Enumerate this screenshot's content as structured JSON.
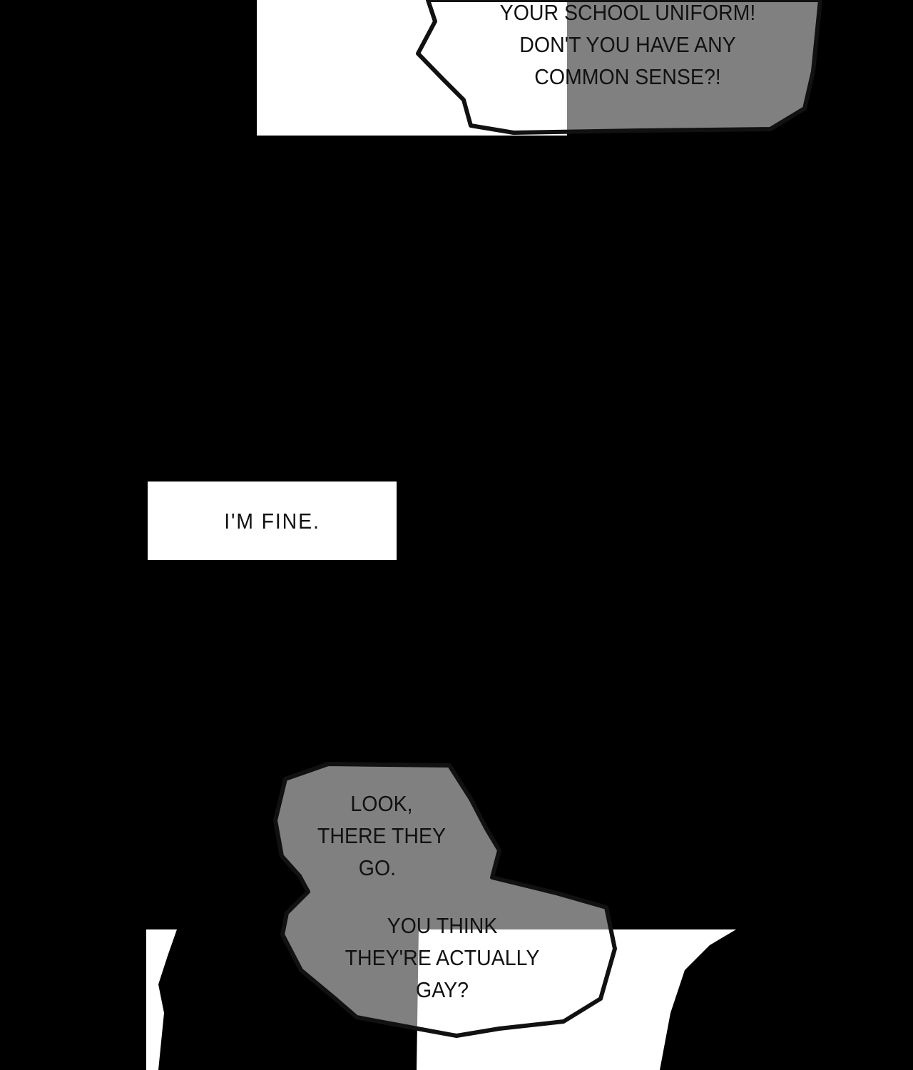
{
  "panels": {
    "top_bubble": {
      "lines": [
        "YOUR SCHOOL UNIFORM!",
        "DON'T YOU HAVE ANY",
        "COMMON SENSE?!"
      ]
    },
    "caption_box": {
      "text": "I'M FINE."
    },
    "bottom_bubble": {
      "lines_a": [
        "LOOK,",
        "THERE THEY",
        "GO."
      ],
      "lines_b": [
        "YOU THINK",
        "THEY'RE ACTUALLY",
        "GAY?"
      ]
    }
  },
  "colors": {
    "background": "#000000",
    "panel": "#ffffff",
    "bubble_tint": "#808080"
  }
}
